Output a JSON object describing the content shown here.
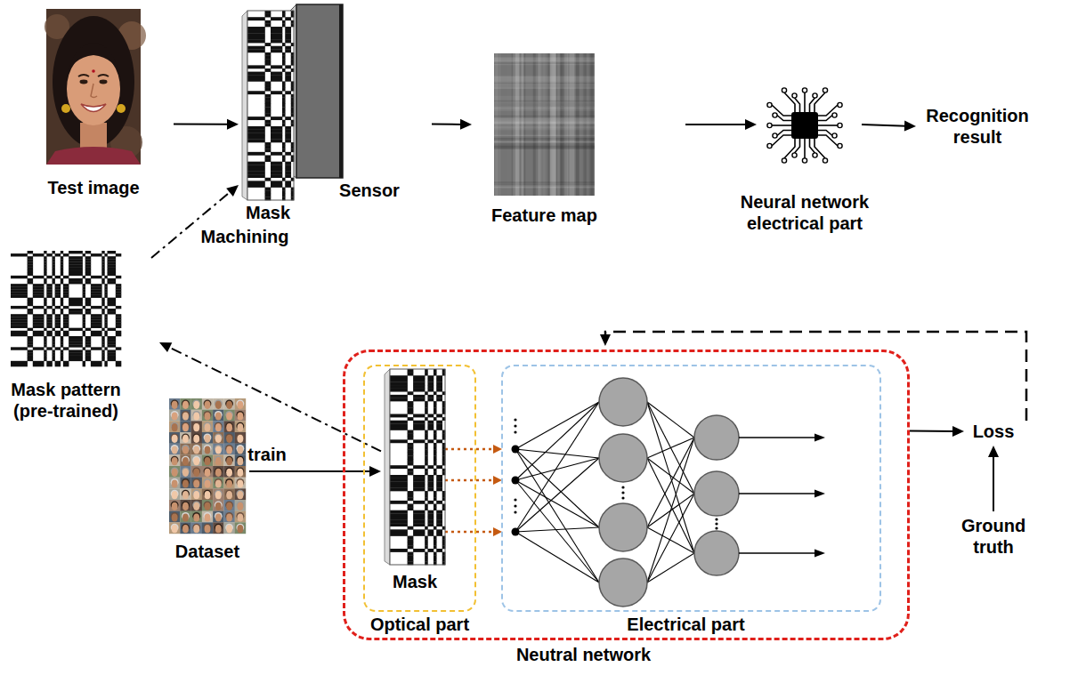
{
  "diagram": {
    "nodes": [
      {
        "text": [
          "Test image"
        ]
      },
      {
        "text": [
          "Mask"
        ]
      },
      {
        "text": [
          "Sensor"
        ]
      },
      {
        "text": [
          "Feature map"
        ]
      },
      {
        "text": [
          "Neural network electrical part"
        ]
      },
      {
        "text": [
          "Recognition result"
        ]
      },
      {
        "text": [
          "Mask pattern (pre-trained)"
        ]
      },
      {
        "text": [
          "Dataset"
        ]
      },
      {
        "text": [
          "Neutral network"
        ]
      },
      {
        "text": [
          "Optical part"
        ],
        "in": 8
      },
      {
        "text": [
          "Mask"
        ],
        "in": 9
      },
      {
        "text": [
          "Electrical part"
        ],
        "in": 8
      },
      {
        "text": [
          "Loss"
        ]
      },
      {
        "text": [
          "Ground truth"
        ]
      }
    ],
    "edges": [
      {
        "from": 0,
        "to": 1,
        "arrow": "to"
      },
      {
        "from": 2,
        "to": 3,
        "arrow": "to"
      },
      {
        "from": 3,
        "to": 4,
        "arrow": "to"
      },
      {
        "from": 4,
        "to": 5,
        "arrow": "to"
      },
      {
        "from": 6,
        "to": 1,
        "label": "Machining",
        "arrow": "to"
      },
      {
        "from": 10,
        "to": 6,
        "arrow": "to"
      },
      {
        "from": 7,
        "to": 10,
        "label": "train",
        "arrow": "to"
      },
      {
        "from": 10,
        "to": 11,
        "arrow": "to"
      },
      {
        "from": 10,
        "to": 11,
        "arrow": "to"
      },
      {
        "from": 10,
        "to": 11,
        "arrow": "to"
      },
      {
        "from": 8,
        "to": 12,
        "arrow": "to"
      },
      {
        "from": 13,
        "to": 12,
        "arrow": "to"
      },
      {
        "from": 12,
        "to": 8,
        "arrow": "to"
      }
    ]
  }
}
